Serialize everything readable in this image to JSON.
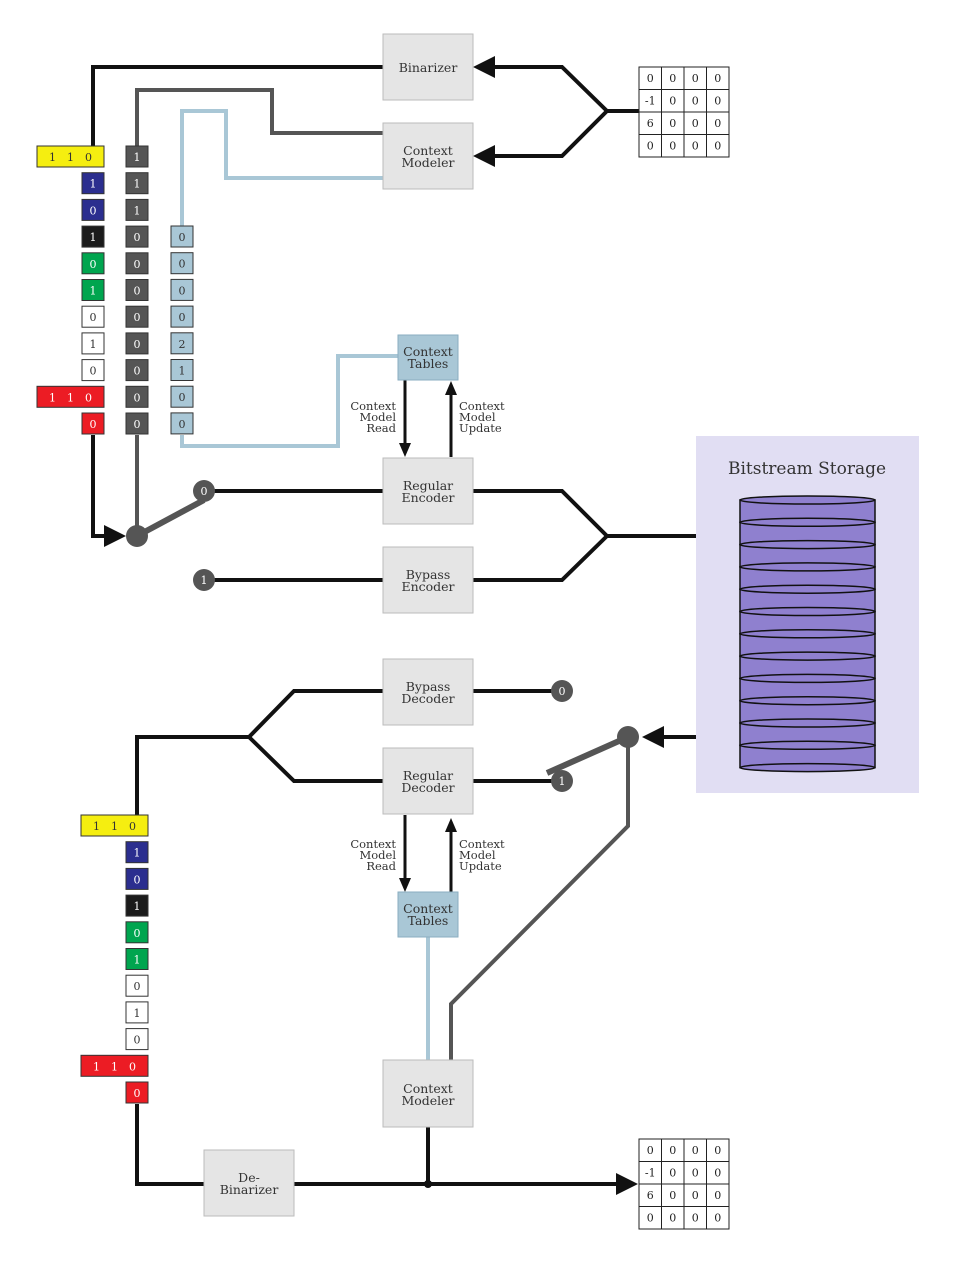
{
  "encoder": {
    "binarizer": "Binarizer",
    "context_modeler": [
      "Context",
      "Modeler"
    ],
    "context_tables": [
      "Context",
      "Tables"
    ],
    "regular_encoder": [
      "Regular",
      "Encoder"
    ],
    "bypass_encoder": [
      "Bypass",
      "Encoder"
    ],
    "read_label": [
      "Context",
      "Model",
      "Read"
    ],
    "update_label": [
      "Context",
      "Model",
      "Update"
    ],
    "switch_labels": [
      "0",
      "1"
    ]
  },
  "decoder": {
    "bypass_decoder": [
      "Bypass",
      "Decoder"
    ],
    "regular_decoder": [
      "Regular",
      "Decoder"
    ],
    "context_tables": [
      "Context",
      "Tables"
    ],
    "context_modeler": [
      "Context",
      "Modeler"
    ],
    "debinarizer": [
      "De-",
      "Binarizer"
    ],
    "read_label": [
      "Context",
      "Model",
      "Read"
    ],
    "update_label": [
      "Context",
      "Model",
      "Update"
    ],
    "switch_labels": [
      "0",
      "1"
    ]
  },
  "storage": {
    "title": "Bitstream Storage"
  },
  "matrix": [
    [
      "0",
      "0",
      "0",
      "0"
    ],
    [
      "-1",
      "0",
      "0",
      "0"
    ],
    [
      "6",
      "0",
      "0",
      "0"
    ],
    [
      "0",
      "0",
      "0",
      "0"
    ]
  ],
  "bin_column": [
    {
      "text": "1 1 0",
      "color": "yellow",
      "wide": true
    },
    {
      "text": "1",
      "color": "blue"
    },
    {
      "text": "0",
      "color": "blue"
    },
    {
      "text": "1",
      "color": "black"
    },
    {
      "text": "0",
      "color": "green"
    },
    {
      "text": "1",
      "color": "green"
    },
    {
      "text": "0",
      "color": "white"
    },
    {
      "text": "1",
      "color": "white"
    },
    {
      "text": "0",
      "color": "white"
    },
    {
      "text": "1 1 0",
      "color": "red",
      "wide": true
    },
    {
      "text": "0",
      "color": "red"
    }
  ],
  "mode_column": [
    "1",
    "1",
    "1",
    "0",
    "0",
    "0",
    "0",
    "0",
    "0",
    "0",
    "0"
  ],
  "context_column": [
    "0",
    "0",
    "0",
    "0",
    "2",
    "1",
    "0",
    "0"
  ],
  "colors": {
    "yellow": "#f5ee10",
    "blue": "#2b2e8f",
    "black": "#1b1b1b",
    "green": "#00a54f",
    "white": "#ffffff",
    "red": "#ec1c24",
    "dark": "#555555",
    "light_blue": "#a9c7d6",
    "block": "#e5e5e5",
    "storage_bg": "#e1def3",
    "disk": "#8f80cf"
  }
}
